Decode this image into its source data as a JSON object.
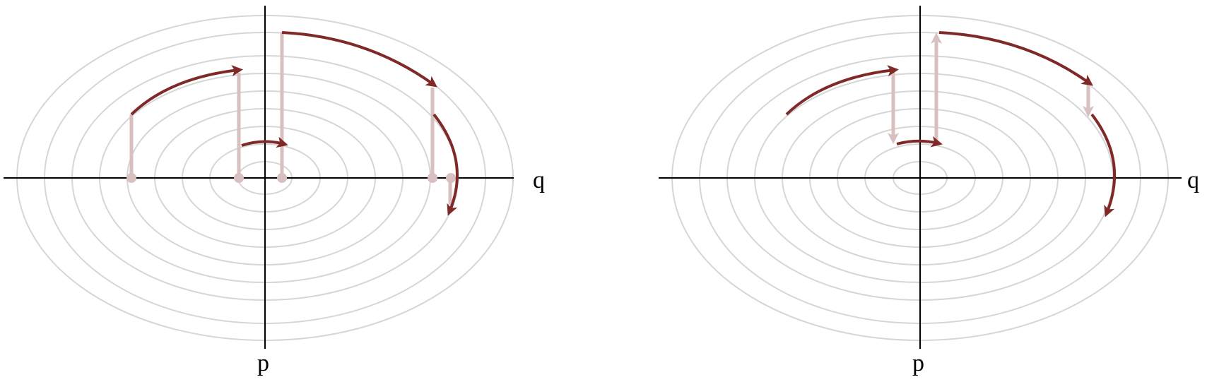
{
  "diagram": {
    "colors": {
      "contour": "#d6d6d6",
      "axis": "#000000",
      "trajectory": "#7f2a28",
      "kick": "#d8bfc0"
    },
    "panels": [
      {
        "id": "left",
        "axis_labels": {
          "q": "q",
          "p": "p"
        },
        "contour_count": 9,
        "contour_count_shown_open": "nested-ellipses"
      },
      {
        "id": "right",
        "axis_labels": {
          "q": "q",
          "p": "p"
        },
        "contour_count": 9
      }
    ]
  }
}
